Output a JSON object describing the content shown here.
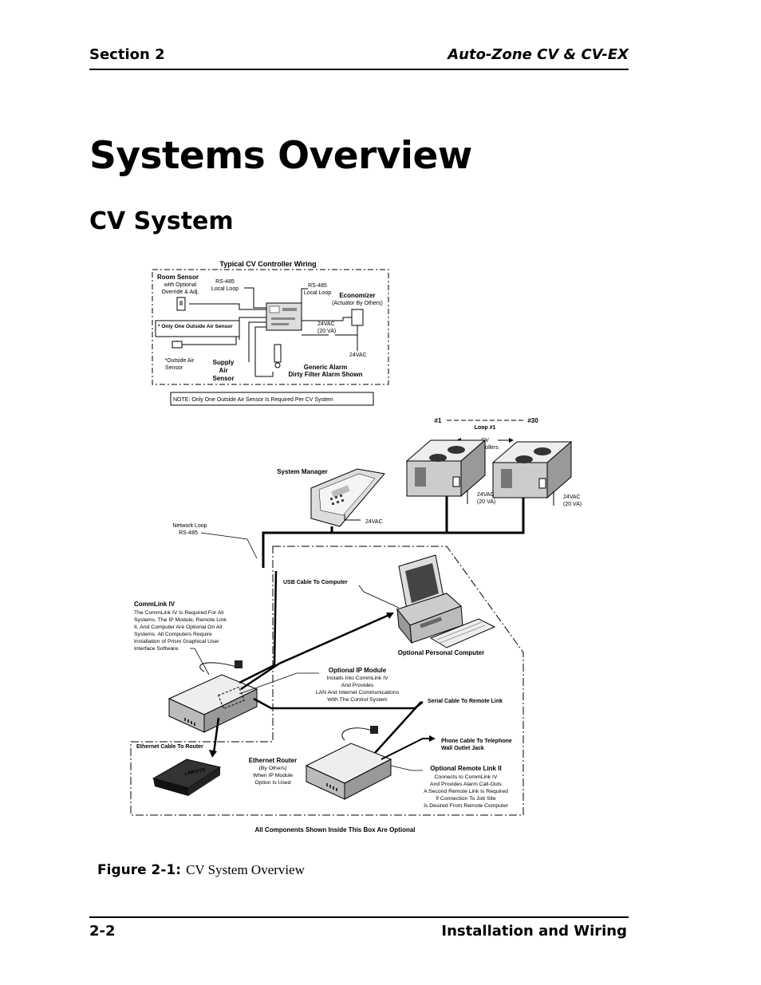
{
  "header": {
    "section": "Section 2",
    "product": "Auto-Zone CV & CV-EX"
  },
  "page_title": "Systems Overview",
  "section_title": "CV System",
  "diagram": {
    "wiring_title": "Typical CV Controller Wiring",
    "room_sensor": "Room Sensor",
    "room_sensor_sub1": "with Optional",
    "room_sensor_sub2": "Override & Adj.",
    "rs485_left1": "RS-485",
    "rs485_left2": "Local Loop",
    "rs485_right1": "RS-485",
    "rs485_right2": "Local Loop",
    "economizer": "Economizer",
    "economizer_sub": "(Actuator By Others)",
    "only_one_oa": "* Only One Outside Air Sensor",
    "vac_24_a": "24VAC",
    "va_20_a": "(20 VA)",
    "vac_24_b": "24VAC",
    "oa_sensor1": "*Outside Air",
    "oa_sensor2": "Sensor",
    "supply1": "Supply",
    "supply2": "Air",
    "supply3": "Sensor",
    "generic_alarm1": "Generic Alarm",
    "generic_alarm2": "Dirty Filter Alarm Shown",
    "note": "NOTE: Only One Outside Air Sensor Is Required Per CV System",
    "unit1": "#1",
    "unit30": "#30",
    "loop1": "Loop #1",
    "cv_ctrl1": "CV",
    "cv_ctrl2": "Controllers",
    "system_manager": "System Manager",
    "sm_vac": "24VAC",
    "rtu1_vac": "24VAC",
    "rtu1_va": "(20 VA)",
    "rtu2_vac": "24VAC",
    "rtu2_va": "(20 VA)",
    "network_loop1": "Network Loop",
    "network_loop2": "RS-485",
    "usb_cable": "USB Cable To Computer",
    "commlink_title": "CommLink IV",
    "commlink_lines": [
      "The CommLink IV Is Required For All",
      "Systems. The IP Module, Remote Link",
      "II, And Computer Are Optional On All",
      "Systems. All Computers Require",
      "Installation of Prism Graphical User",
      "Interface Software."
    ],
    "optional_pc": "Optional Personal Computer",
    "ip_module_title": "Optional IP Module",
    "ip_module_lines": [
      "Installs Into CommLink IV",
      "And Provides",
      "LAN And Internet Communications",
      "With The Control System"
    ],
    "serial_cable": "Serial Cable To Remote Link",
    "ethernet_cable": "Ethernet Cable To Router",
    "phone_cable1": "Phone Cable To Telephone",
    "phone_cable2": "Wall Outlet Jack",
    "router_title": "Ethernet Router",
    "router_lines": [
      "(By Others)",
      "When IP Module",
      "Option Is Used"
    ],
    "remote_link_title": "Optional Remote Link II",
    "remote_link_lines": [
      "Connects to CommLink IV",
      "And Provides Alarm Call-Outs",
      "A Second Remote Link Is Required",
      "If Connection To Job Site",
      "Is Desired From Remote Computer"
    ],
    "router_brand": "LINKSYS",
    "optional_box_note": "All Components Shown Inside This Box Are Optional"
  },
  "caption": {
    "label": "Figure 2-1:",
    "text": "CV System Overview"
  },
  "footer": {
    "page_number": "2-2",
    "chapter": "Installation and Wiring"
  }
}
